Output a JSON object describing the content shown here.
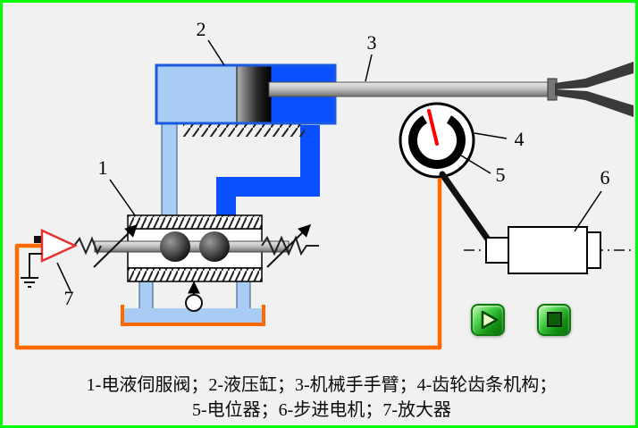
{
  "window": {
    "frame_border_color": "#00ff00",
    "background": "#f1f1f1"
  },
  "diagram": {
    "labels": {
      "servo_valve": "1",
      "hydraulic_cylinder": "2",
      "manipulator_arm": "3",
      "gear_rack": "4",
      "potentiometer": "5",
      "stepper_motor": "6",
      "amplifier": "7"
    }
  },
  "caption": {
    "line1": "1-电液伺服阀；2-液压缸；3-机械手手臂；4-齿轮齿条机构；",
    "line2": "5-电位器；6-步进电机；7-放大器"
  },
  "controls": {
    "icons": {
      "play": "▶",
      "stop": "■"
    }
  },
  "colors": {
    "fluid_light_blue": "#a9ccf5",
    "fluid_dark_blue": "#0a50ff",
    "wire_orange": "#ff6a00",
    "needle_red": "#ff0000",
    "amplifier_outline_red": "#e33333",
    "button_green": "#129112"
  }
}
